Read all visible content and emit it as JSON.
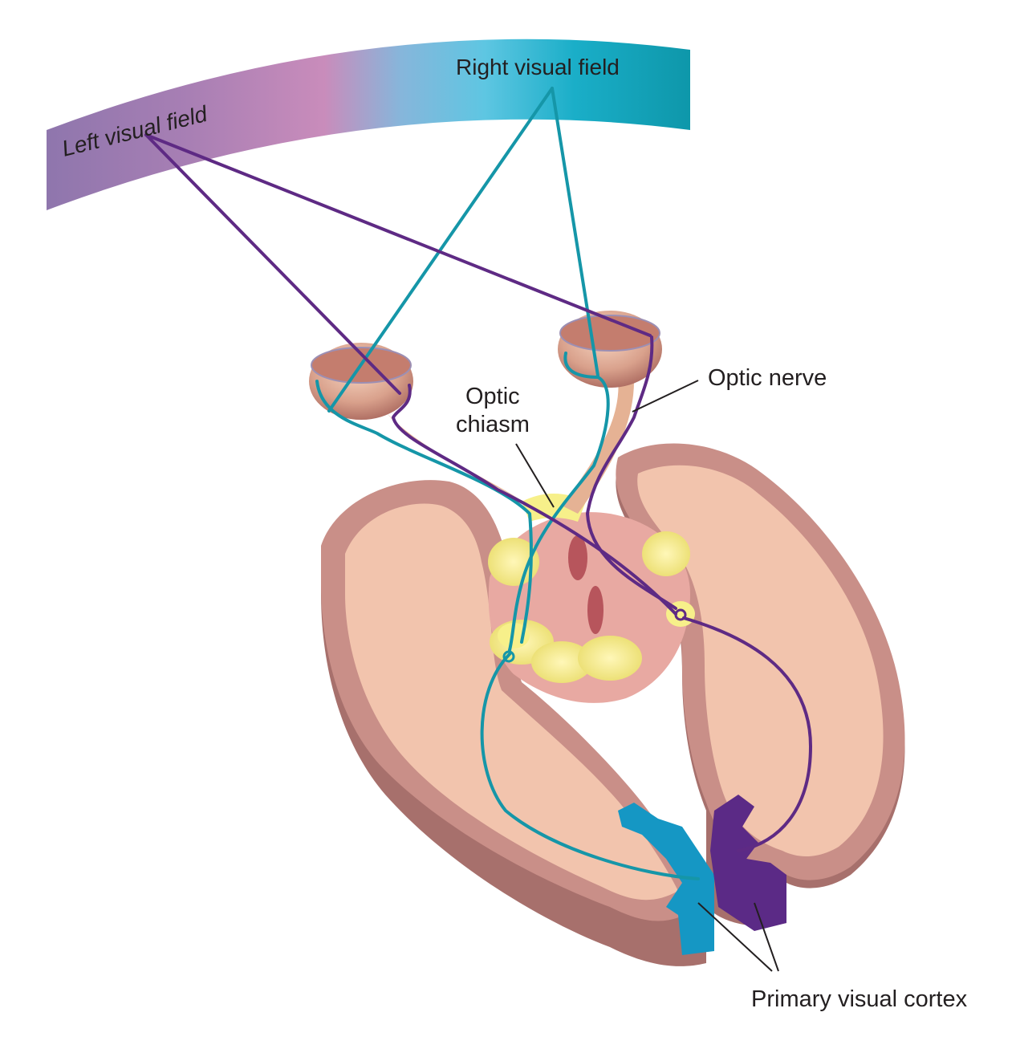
{
  "labels": {
    "left_visual_field": "Left visual field",
    "right_visual_field": "Right visual field",
    "optic_nerve": "Optic nerve",
    "optic_chiasm_line1": "Optic",
    "optic_chiasm_line2": "chiasm",
    "primary_visual_cortex": "Primary visual cortex"
  },
  "colors": {
    "left_pathway": "#5e2a84",
    "right_pathway": "#1596a8",
    "left_cortex": "#5b2a86",
    "right_cortex": "#1597c4",
    "brain_tissue": "#f2c4ad",
    "brain_cortex": "#c98f88",
    "thalamus_highlight": "#f7f08a"
  }
}
